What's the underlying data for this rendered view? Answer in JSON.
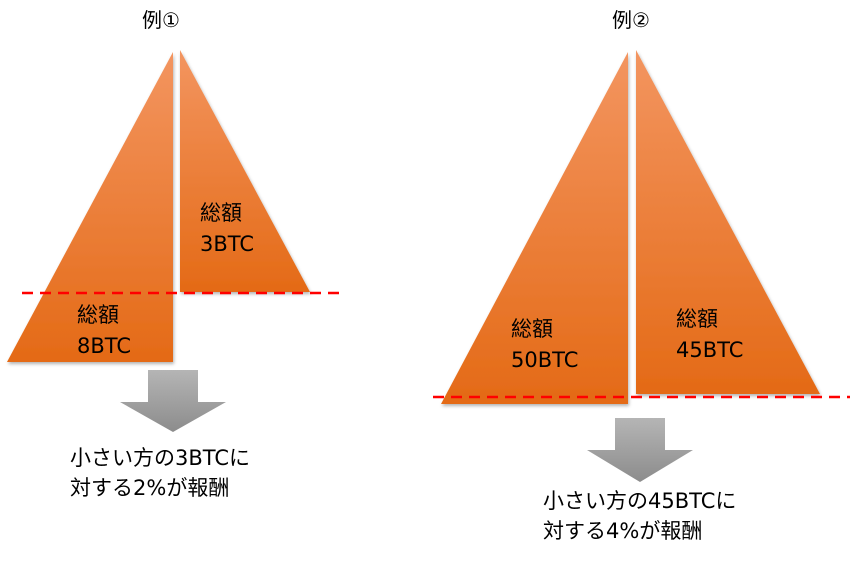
{
  "colors": {
    "fill_top": "#f28f55",
    "fill_bottom": "#e56b17",
    "dash": "#ff0000",
    "arrow": "#9a9a9a"
  },
  "example1": {
    "title": "例①",
    "left": {
      "label": "総額",
      "amount": "8BTC"
    },
    "right": {
      "label": "総額",
      "amount": "3BTC"
    },
    "result_line1": "小さい方の3BTCに",
    "result_line2": "対する2%が報酬"
  },
  "example2": {
    "title": "例②",
    "left": {
      "label": "総額",
      "amount": "50BTC"
    },
    "right": {
      "label": "総額",
      "amount": "45BTC"
    },
    "result_line1": "小さい方の45BTCに",
    "result_line2": "対する4%が報酬"
  }
}
